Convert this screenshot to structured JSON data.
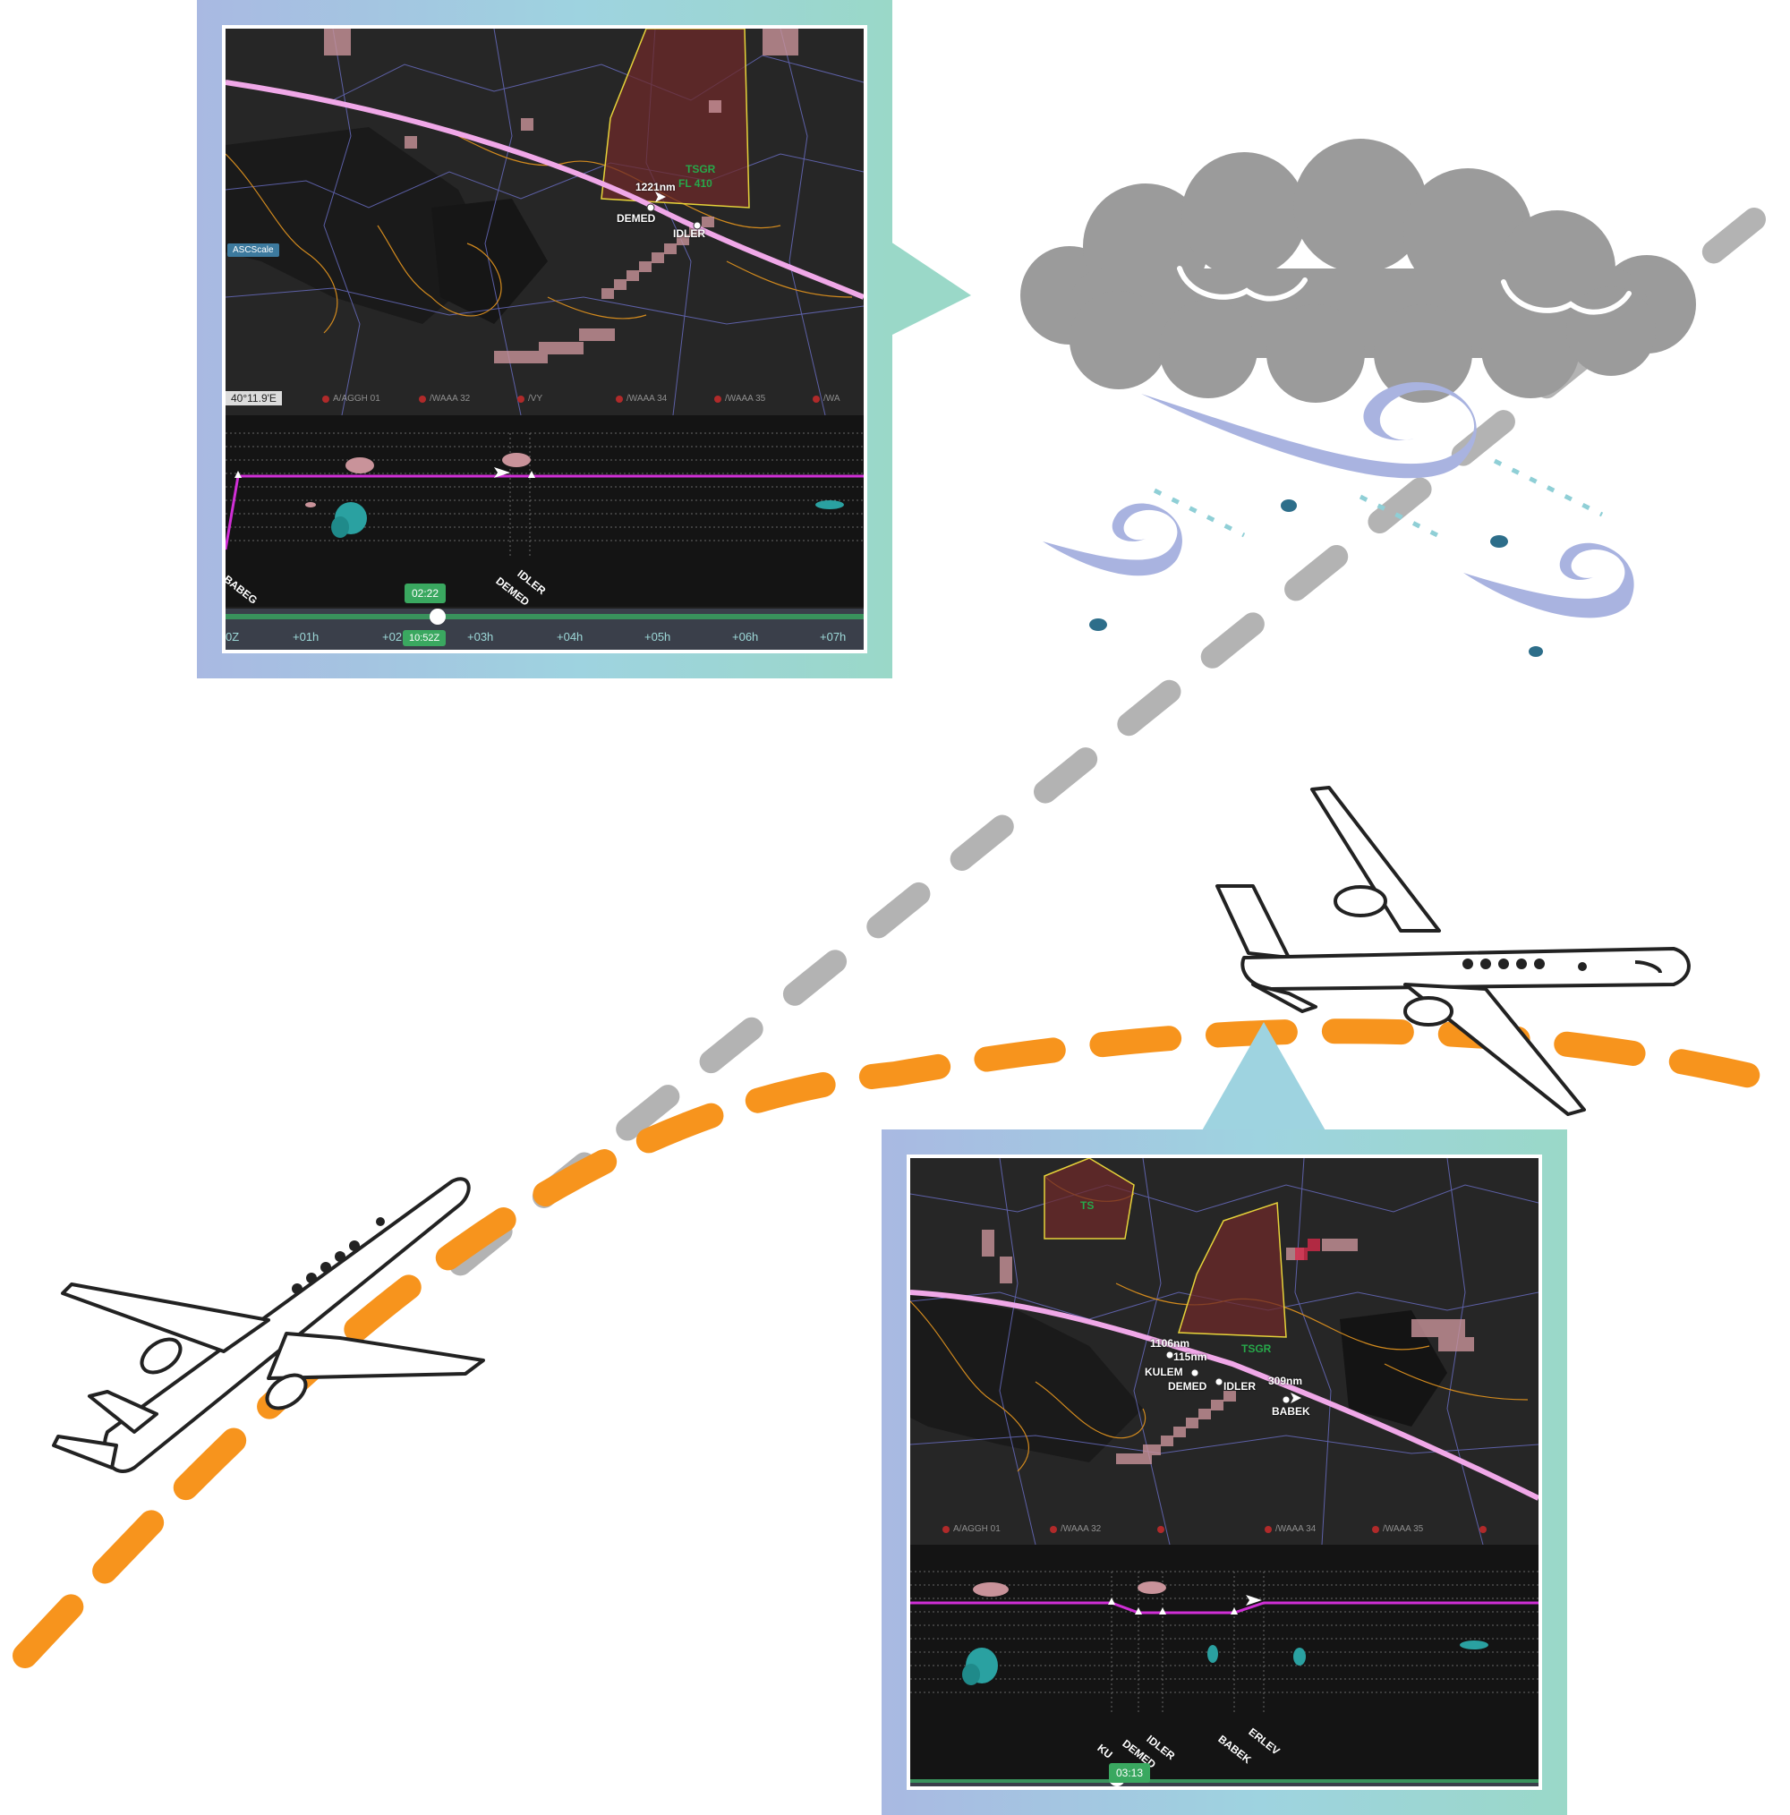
{
  "top_panel": {
    "distance_label": "1221nm",
    "waypoint_1": "DEMED",
    "waypoint_2": "IDLER",
    "sigmet_label": "TSGR",
    "sigmet_level": "FL 410",
    "scale_badge": "ASCScale",
    "coordinate": "40°11.9'E",
    "star_labels": [
      "A/AGGH 01",
      "/WAAA 32",
      "/VY",
      "/WAAA 34",
      "/WAAA 35",
      "/WA"
    ],
    "profile_waypoints": [
      "BABEG",
      "DEMED",
      "IDLER"
    ],
    "elapsed_pill": "02:22",
    "time_pill": "10:52Z",
    "time_ticks": [
      "0Z",
      "+01h",
      "+02",
      "+03h",
      "+04h",
      "+05h",
      "+06h",
      "+07h"
    ]
  },
  "bottom_panel": {
    "distance_label_1": "1106nm",
    "distance_label_2": "115nm",
    "distance_label_3": "309nm",
    "waypoint_1": "KULEM",
    "waypoint_2": "DEMED",
    "waypoint_3": "IDLER",
    "waypoint_4": "BABEK",
    "sigmet_label": "TSGR",
    "sigmet_label_ts": "TS",
    "star_labels": [
      "A/AGGH 01",
      "/WAAA 32",
      "/WAAA 34",
      "/WAAA 35"
    ],
    "profile_waypoints": [
      "KU",
      "DEMED",
      "IDLER",
      "BABEK",
      "ERLEV"
    ],
    "elapsed_pill": "03:13"
  },
  "colors": {
    "frame_gradient": [
      "#a9b9e2",
      "#9ed3e0",
      "#9ad8c8"
    ],
    "route_pink": "#f0a8e8",
    "orange_route": "#f7941d",
    "gray_route": "#b0b0b0",
    "cloud": "#9b9b9b",
    "wind": "#a9b3e0",
    "rain": "#2d6e8a"
  }
}
